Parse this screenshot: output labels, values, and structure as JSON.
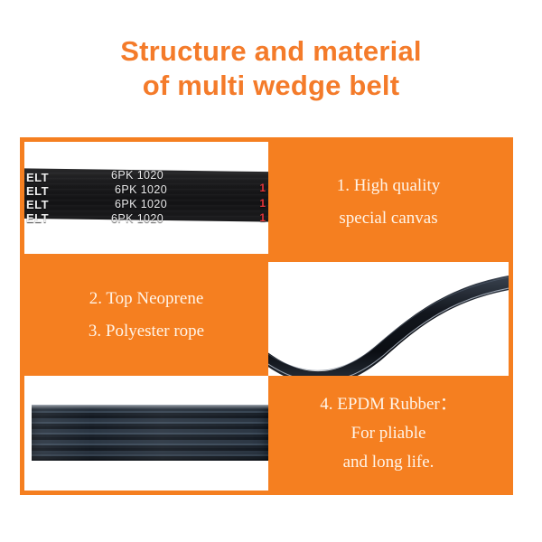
{
  "page": {
    "background_color": "#ffffff",
    "accent_color": "#F57F20",
    "title_color": "#F47B2A",
    "text_color": "#FFF4E8"
  },
  "title": {
    "line1": "Structure and material",
    "line2": "of multi wedge belt"
  },
  "panels": {
    "top_left_photo": {
      "kind": "photo",
      "subject": "multi-wedge-belt-with-printed-markings",
      "printed_codes": [
        "6PK 1020",
        "6PK 1020",
        "6PK 1020",
        "6PK 1020"
      ],
      "printed_side_text": [
        "ELT",
        "ELT",
        "ELT",
        "ELT"
      ],
      "printed_red_marks": [
        "1",
        "1",
        "1"
      ]
    },
    "top_right_text": {
      "kind": "caption",
      "lines": [
        "1. High quality",
        "special canvas"
      ]
    },
    "middle_left_text": {
      "kind": "caption",
      "lines": [
        "2. Top Neoprene",
        "3. Polyester rope"
      ]
    },
    "middle_right_photo": {
      "kind": "photo",
      "subject": "s-curved-flexible-belt-side-view"
    },
    "bottom_left_photo": {
      "kind": "photo",
      "subject": "ribbed-belt-grooved-surface"
    },
    "bottom_right_text": {
      "kind": "caption",
      "lines": [
        "4. EPDM Rubber：",
        "For pliable",
        "and long life."
      ]
    }
  }
}
